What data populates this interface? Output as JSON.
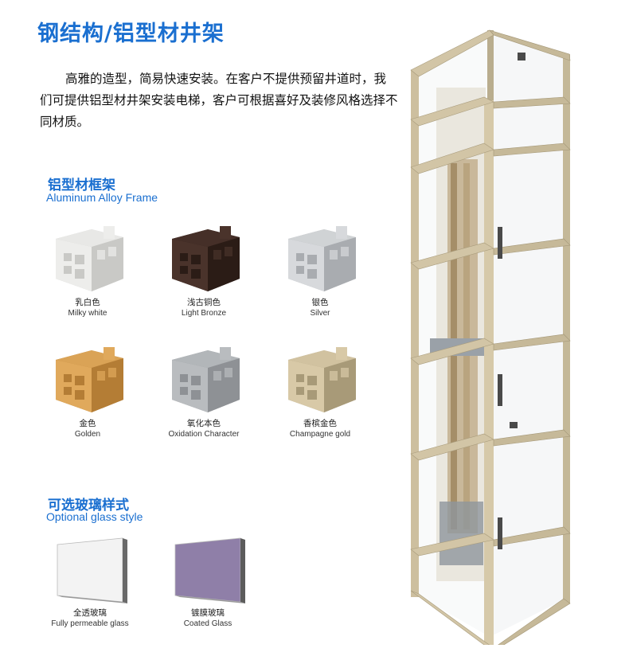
{
  "header": {
    "title": "钢结构/铝型材井架"
  },
  "intro": {
    "text": "高雅的造型，简易快速安装。在客户不提供预留井道时，我们可提供铝型材井架安装电梯，客户可根据喜好及装修风格选择不同材质。"
  },
  "frame_section": {
    "title_cn": "铝型材框架",
    "title_en": "Aluminum Alloy Frame",
    "items": [
      {
        "cn": "乳白色",
        "en": "Milky white",
        "color": "#ededeb",
        "shade": "#c9c9c6"
      },
      {
        "cn": "浅古铜色",
        "en": "Light Bronze",
        "color": "#4a332b",
        "shade": "#2b1c16"
      },
      {
        "cn": "银色",
        "en": "Silver",
        "color": "#d7d9dc",
        "shade": "#a9acb0"
      },
      {
        "cn": "金色",
        "en": "Golden",
        "color": "#e0a95c",
        "shade": "#b47d35"
      },
      {
        "cn": "氧化本色",
        "en": "Oxidation Character",
        "color": "#b9bcbf",
        "shade": "#8e9195"
      },
      {
        "cn": "香槟金色",
        "en": "Champagne gold",
        "color": "#d8c9a7",
        "shade": "#a89a78"
      }
    ]
  },
  "glass_section": {
    "title_cn": "可选玻璃样式",
    "title_en": "Optional glass style",
    "items": [
      {
        "cn": "全透玻璃",
        "en": "Fully permeable glass",
        "color": "#f3f3f3",
        "edge": "#6a6a6a"
      },
      {
        "cn": "镀膜玻璃",
        "en": "Coated Glass",
        "color": "#8f7fa8",
        "edge": "#5c5c5c"
      }
    ]
  },
  "colors": {
    "accent": "#1a6fd0",
    "frame": "#cbbf9f"
  }
}
